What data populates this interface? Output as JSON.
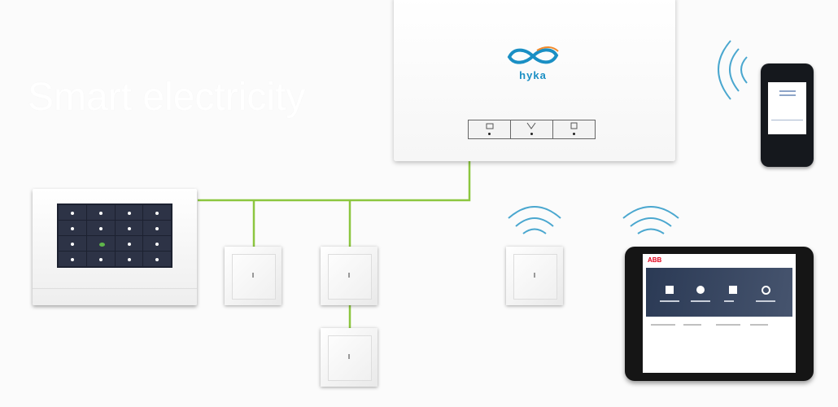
{
  "headline": "Smart electricity",
  "hub": {
    "logo_text": "hyka",
    "buttons": [
      "pc-icon",
      "network-icon",
      "device-icon"
    ]
  },
  "tablet": {
    "brand": "ABB"
  },
  "colors": {
    "wire": "#8cc63f",
    "wifi": "#4aa7cf",
    "logo_blue": "#1a8fc4",
    "logo_orange": "#f08a2c",
    "brand_red": "#e2001a"
  }
}
